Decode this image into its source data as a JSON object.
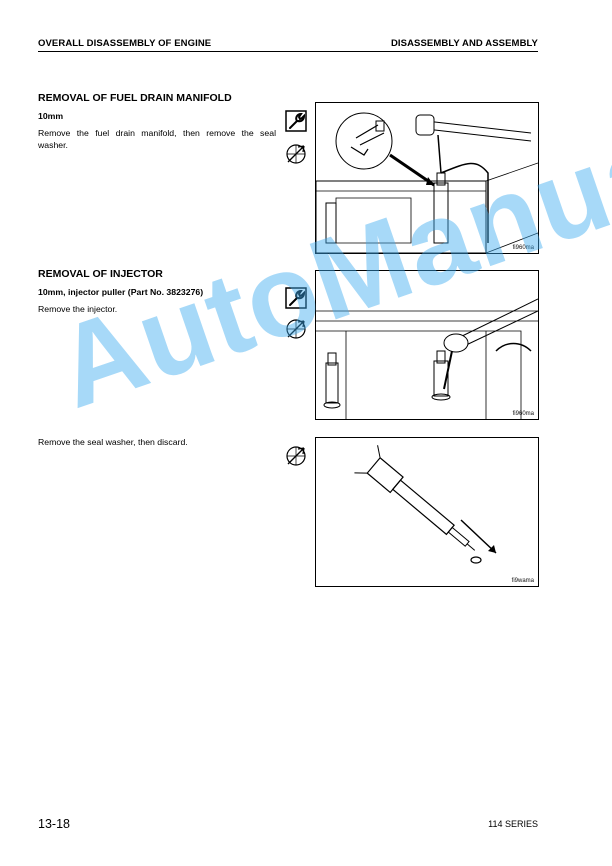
{
  "header": {
    "left": "OVERALL DISASSEMBLY OF ENGINE",
    "right": "DISASSEMBLY AND ASSEMBLY"
  },
  "sections": [
    {
      "title": "REMOVAL OF FUEL DRAIN MANIFOLD",
      "tool": "10mm",
      "text": "Remove the fuel drain manifold, then remove the seal washer.",
      "figure_code": "fi960ma",
      "icons": [
        "wrench-icon",
        "remove-arrow-icon"
      ]
    },
    {
      "title": "REMOVAL OF INJECTOR",
      "tool": "10mm, injector puller (Part No. 3823276)",
      "text": "Remove the injector.",
      "figure_code": "fi960ma",
      "icons": [
        "wrench-icon",
        "remove-arrow-icon"
      ]
    },
    {
      "text": "Remove the seal washer, then discard.",
      "figure_code": "fi9wama",
      "icons": [
        "remove-arrow-icon"
      ]
    }
  ],
  "watermark": "AutoManual",
  "footer": {
    "page_number": "13-18",
    "series": "114 SERIES"
  }
}
